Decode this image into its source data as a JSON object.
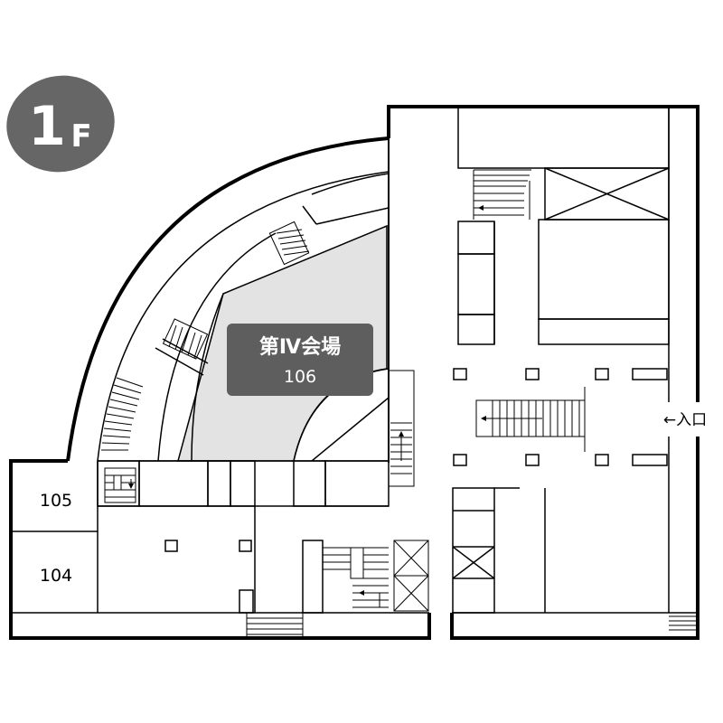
{
  "floor": {
    "badge_number": "1",
    "badge_letter": "F"
  },
  "venue": {
    "title": "第Ⅳ会場",
    "room": "106"
  },
  "rooms": [
    {
      "label": "105"
    },
    {
      "label": "104"
    }
  ],
  "entrance": {
    "label": "←入口"
  },
  "colors": {
    "badge": "#666666",
    "venue_fill": "#e3e3e3",
    "label_box": "#5e5e5e",
    "wall": "#000000"
  }
}
